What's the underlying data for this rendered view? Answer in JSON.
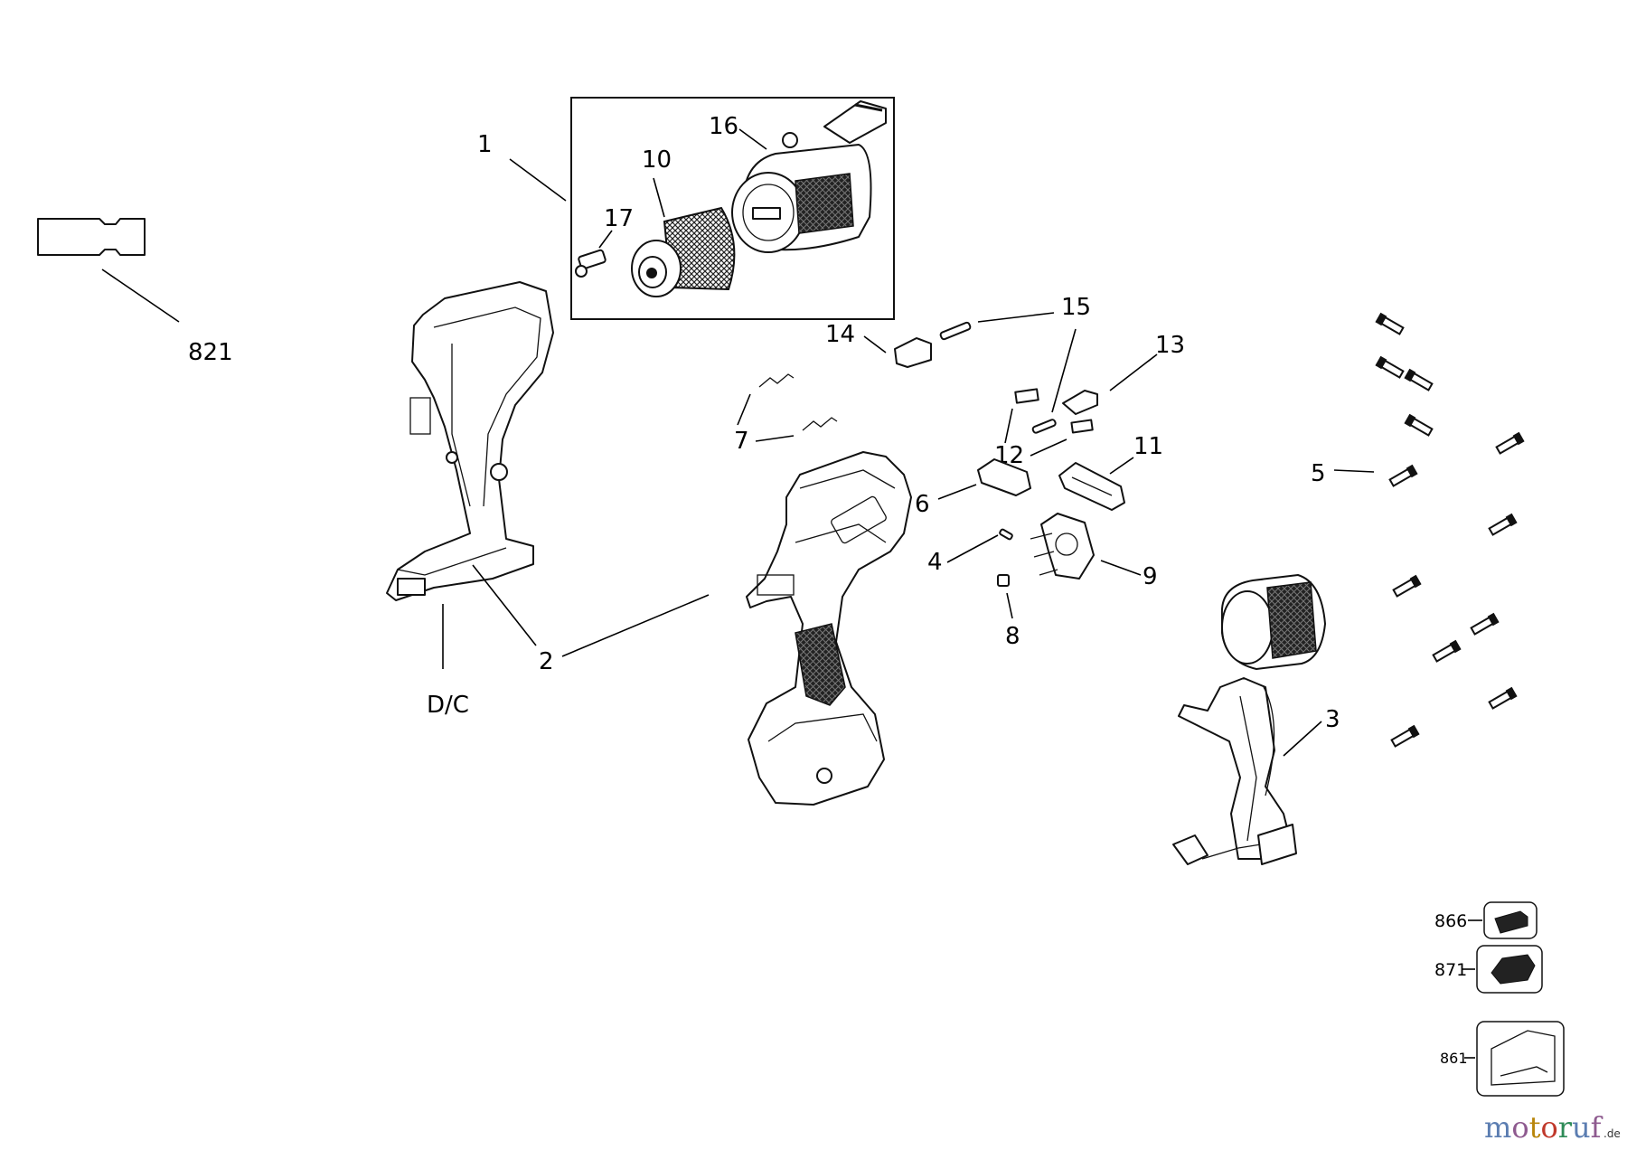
{
  "callouts": [
    "1",
    "2",
    "3",
    "4",
    "5",
    "6",
    "7",
    "8",
    "9",
    "10",
    "11",
    "12",
    "13",
    "14",
    "15",
    "16",
    "17",
    "821",
    "D/C"
  ],
  "accessories": [
    {
      "number": "866",
      "item": "battery-pack"
    },
    {
      "number": "871",
      "item": "charger"
    },
    {
      "number": "861",
      "item": "carrying-case"
    }
  ],
  "watermark": {
    "name": "motoruf",
    "suffix": ".de"
  },
  "colors": {
    "line": "#111111",
    "background": "#ffffff"
  }
}
